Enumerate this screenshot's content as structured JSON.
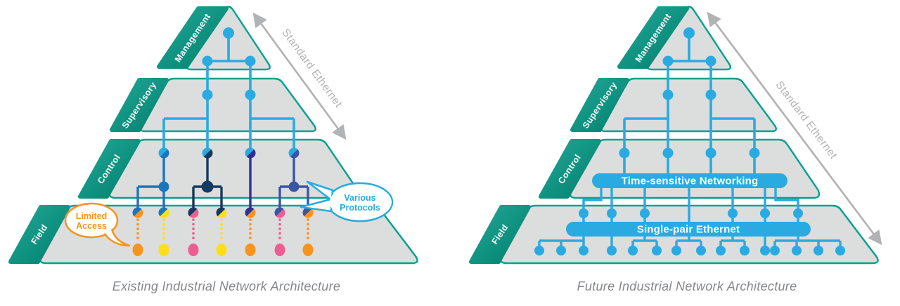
{
  "diagrams": [
    {
      "caption": "Existing Industrial Network Architecture",
      "layers": [
        "Management",
        "Supervisory",
        "Control",
        "Field"
      ],
      "arrow_label": "Standard Ethernet",
      "callouts": [
        {
          "name": "limited-access",
          "line1": "Limited",
          "line2": "Access",
          "color": "#f7941e"
        },
        {
          "name": "various-protocols",
          "line1": "Various",
          "line2": "Protocols",
          "color": "#29abe2"
        }
      ]
    },
    {
      "caption": "Future Industrial Network Architecture",
      "layers": [
        "Management",
        "Supervisory",
        "Control",
        "Field"
      ],
      "arrow_label": "Standard Ethernet",
      "bars": [
        {
          "label": "Time-sensitive Networking"
        },
        {
          "label": "Single-pair Ethernet"
        }
      ]
    }
  ],
  "colors": {
    "teal_band": "#0f9e8e",
    "teal_band_dark": "#007f6e",
    "layer_fill": "#dcdddd",
    "layer_stroke": "#00a28e",
    "ethernet_blue": "#29abe2",
    "medium_blue": "#1c75bc",
    "navy": "#15395f",
    "indigo": "#2e3192",
    "royal": "#3a55a5",
    "orange": "#f7941e",
    "yellow": "#ffde17",
    "pink": "#ee5d92",
    "arrow_gray": "#b1b3b5",
    "caption_gray": "#85878a"
  }
}
